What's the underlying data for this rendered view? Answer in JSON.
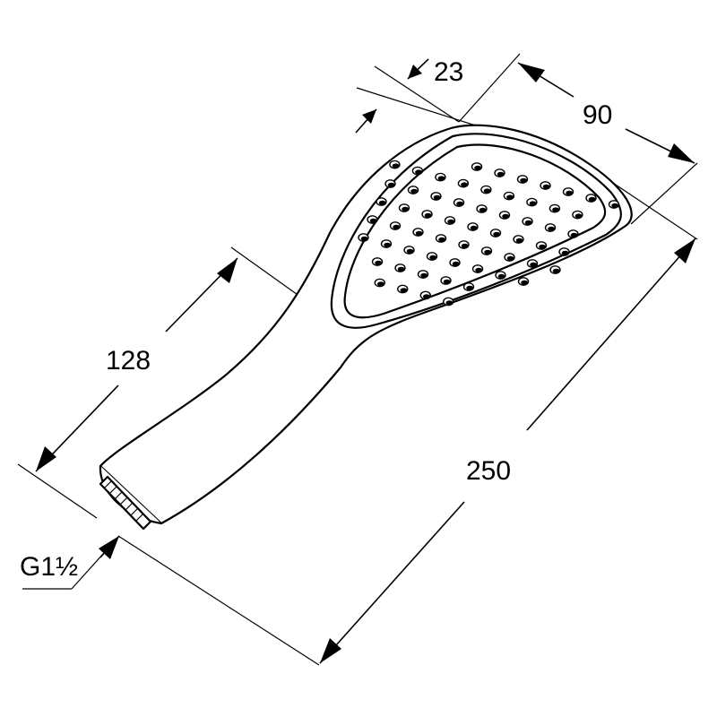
{
  "drawing": {
    "dimensions": {
      "face_depth": "23",
      "head_width": "90",
      "handle_length": "128",
      "total_length": "250",
      "thread": "G1½"
    },
    "nozzle_rows": [
      7,
      9,
      9,
      9,
      9,
      8,
      5,
      4
    ]
  }
}
